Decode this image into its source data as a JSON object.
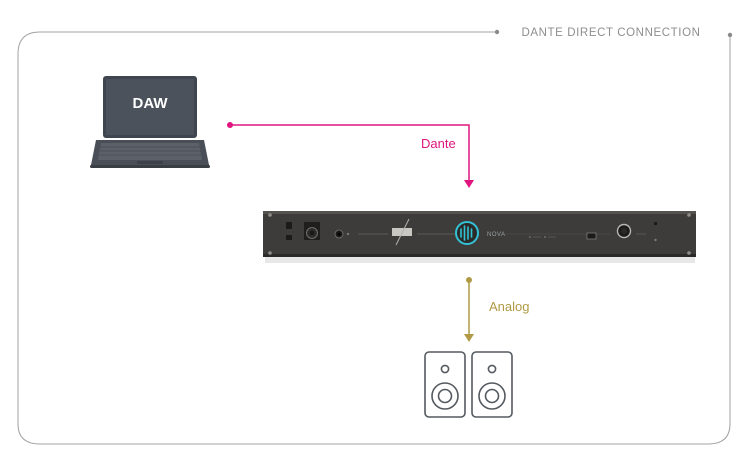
{
  "title": "DANTE DIRECT CONNECTION",
  "laptop": {
    "label": "DAW"
  },
  "device": {
    "label": "NOVA"
  },
  "connections": [
    {
      "label": "Dante",
      "color": "#e0157f"
    },
    {
      "label": "Analog",
      "color": "#b09a45"
    }
  ],
  "colors": {
    "frame": "#9a9a9a",
    "dante": "#e0157f",
    "analog": "#b09a45",
    "device_body": "#3d3c3a",
    "accent": "#33c1d6"
  }
}
